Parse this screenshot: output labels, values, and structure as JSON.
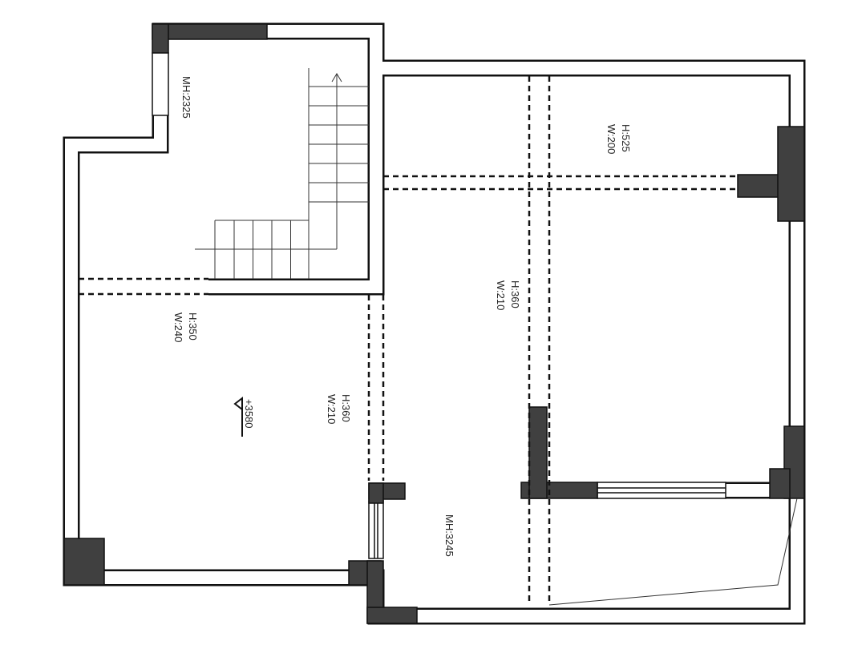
{
  "colors": {
    "wall": "#111111",
    "column": "#404040",
    "background": "#ffffff"
  },
  "labels": {
    "mh_top": "MH:2325",
    "beam_top_right_h": "H:525",
    "beam_top_right_w": "W:200",
    "beam_center_h": "H:360",
    "beam_center_w": "W:210",
    "beam_left_h": "H:350",
    "beam_left_w": "W:240",
    "beam_lower_h": "H:360",
    "beam_lower_w": "W:210",
    "elevation": "+3580",
    "mh_bottom": "MH:3245"
  }
}
